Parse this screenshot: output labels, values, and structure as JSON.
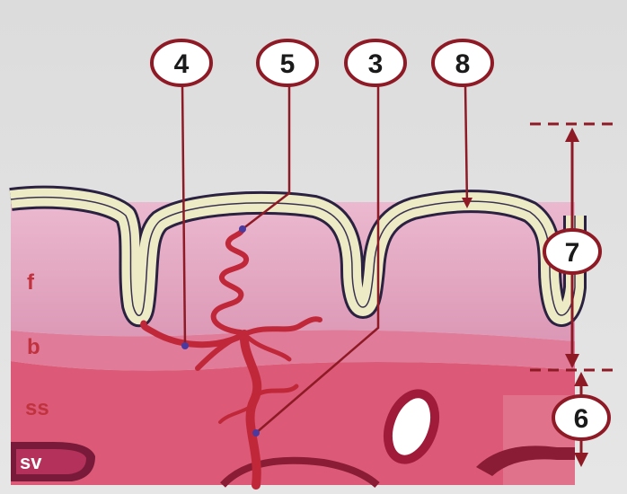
{
  "callouts": {
    "c4": "4",
    "c5": "5",
    "c3": "3",
    "c8": "8",
    "c7": "7",
    "c6": "6"
  },
  "layers": {
    "f": "f",
    "b": "b",
    "ss": "ss",
    "sv": "sv"
  },
  "colors": {
    "background": "#d9d9d9",
    "callout_ring": "#8e1a26",
    "leader_line": "#8e1a26",
    "epithelium_fill": "#ecebc6",
    "epithelium_outline": "#2b2140",
    "lamina_propria": "#e2a6c0",
    "layer_b": "#e07c9a",
    "submucosa": "#dc5a78",
    "vessel": "#c0283a",
    "label_text": "#c0323e"
  }
}
